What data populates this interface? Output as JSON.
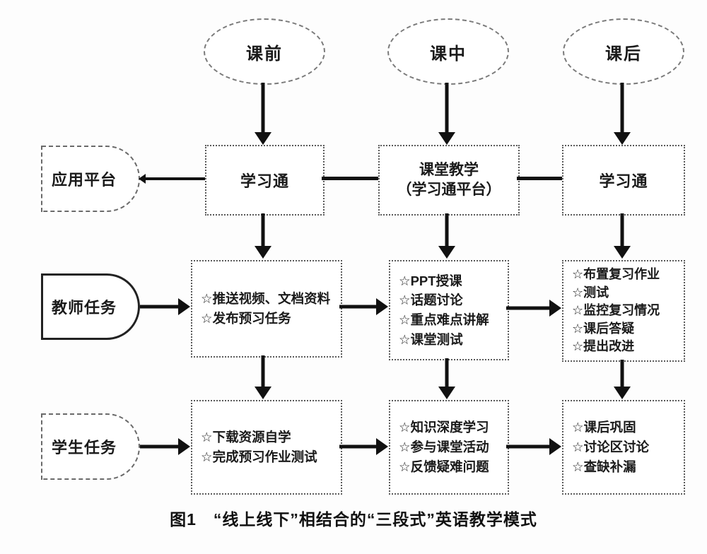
{
  "stages": [
    {
      "label": "课前"
    },
    {
      "label": "课中"
    },
    {
      "label": "课后"
    }
  ],
  "row_labels": {
    "platform": "应用平台",
    "teacher": "教师任务",
    "student": "学生任务"
  },
  "platforms": [
    {
      "line1": "学习通"
    },
    {
      "line1": "课堂教学",
      "line2": "（学习通平台）"
    },
    {
      "line1": "学习通"
    }
  ],
  "teacher_tasks": [
    {
      "items": [
        "☆推送视频、文档资料",
        "☆发布预习任务"
      ]
    },
    {
      "items": [
        "☆PPT授课",
        "☆话题讨论",
        "☆重点难点讲解",
        "☆课堂测试"
      ]
    },
    {
      "items": [
        "☆布置复习作业",
        "☆测试",
        "☆监控复习情况",
        "☆课后答疑",
        "☆提出改进"
      ]
    }
  ],
  "student_tasks": [
    {
      "items": [
        "☆下载资源自学",
        "☆完成预习作业测试"
      ]
    },
    {
      "items": [
        "☆知识深度学习",
        "☆参与课堂活动",
        "☆反馈疑难问题"
      ]
    },
    {
      "items": [
        "☆课后巩固",
        "☆讨论区讨论",
        "☆查缺补漏"
      ]
    }
  ],
  "caption": "图1　“线上线下”相结合的“三段式”英语教学模式",
  "colors": {
    "line": "#111111",
    "box_border": "#5a5a5a",
    "background": "#fdfdfd",
    "text": "#1a1a1a"
  }
}
